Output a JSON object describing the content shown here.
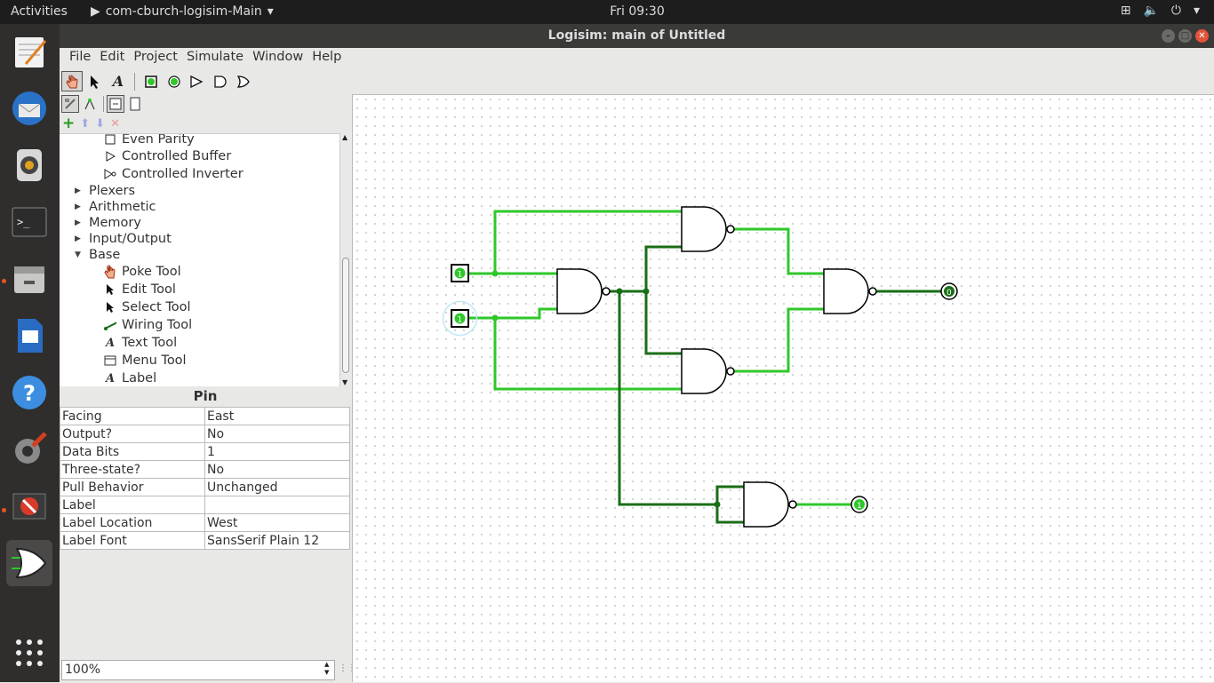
{
  "topbar": {
    "activities": "Activities",
    "app_name": "com-cburch-logisim-Main",
    "clock": "Fri 09:30"
  },
  "window": {
    "title": "Logisim: main of Untitled"
  },
  "menubar": {
    "items": [
      "File",
      "Edit",
      "Project",
      "Simulate",
      "Window",
      "Help"
    ]
  },
  "tree": {
    "items": [
      {
        "label": "Even Parity",
        "icon": "even-parity-icon"
      },
      {
        "label": "Controlled Buffer",
        "icon": "controlled-buffer-icon"
      },
      {
        "label": "Controlled Inverter",
        "icon": "controlled-inverter-icon"
      },
      {
        "label": "Plexers",
        "icon": "expand-arrow-icon"
      },
      {
        "label": "Arithmetic",
        "icon": "expand-arrow-icon"
      },
      {
        "label": "Memory",
        "icon": "expand-arrow-icon"
      },
      {
        "label": "Input/Output",
        "icon": "expand-arrow-icon"
      },
      {
        "label": "Base",
        "icon": "collapse-arrow-icon"
      },
      {
        "label": "Poke Tool",
        "icon": "poke-hand-icon"
      },
      {
        "label": "Edit Tool",
        "icon": "arrow-cursor-icon"
      },
      {
        "label": "Select Tool",
        "icon": "arrow-cursor-icon"
      },
      {
        "label": "Wiring Tool",
        "icon": "wire-icon"
      },
      {
        "label": "Text Tool",
        "icon": "text-a-icon"
      },
      {
        "label": "Menu Tool",
        "icon": "menu-icon"
      },
      {
        "label": "Label",
        "icon": "text-a-icon"
      }
    ]
  },
  "attributes": {
    "title": "Pin",
    "rows": [
      {
        "key": "Facing",
        "value": "East"
      },
      {
        "key": "Output?",
        "value": "No"
      },
      {
        "key": "Data Bits",
        "value": "1"
      },
      {
        "key": "Three-state?",
        "value": "No"
      },
      {
        "key": "Pull Behavior",
        "value": "Unchanged"
      },
      {
        "key": "Label",
        "value": ""
      },
      {
        "key": "Label Location",
        "value": "West"
      },
      {
        "key": "Label Font",
        "value": "SansSerif Plain 12"
      }
    ]
  },
  "zoom": {
    "value": "100%"
  },
  "circuit": {
    "pins": [
      {
        "name": "input-pin-a",
        "value": "1"
      },
      {
        "name": "input-pin-b",
        "value": "1"
      }
    ],
    "outputs": [
      {
        "name": "output-led-main",
        "value": "0"
      },
      {
        "name": "output-led-secondary",
        "value": "1"
      }
    ],
    "colors": {
      "wire_high": "#2fc72a",
      "wire_low": "#1a6e16",
      "gate": "#000000"
    }
  }
}
